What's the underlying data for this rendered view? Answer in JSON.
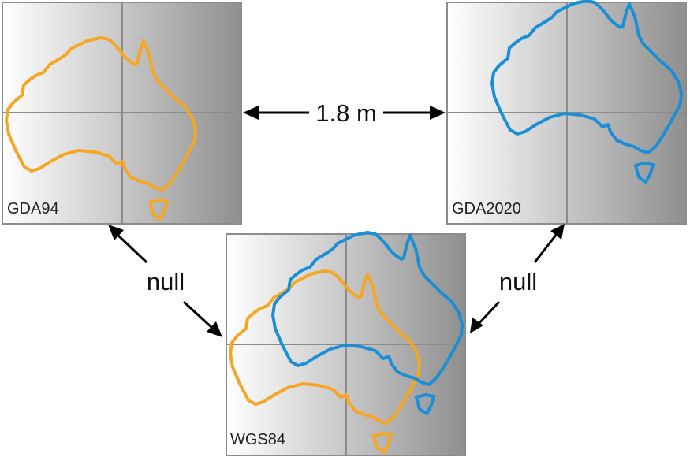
{
  "panels": {
    "gda94": {
      "label": "GDA94",
      "outline": "orange"
    },
    "gda2020": {
      "label": "GDA2020",
      "outline": "blue"
    },
    "wgs84": {
      "label": "WGS84",
      "outlines": [
        "orange",
        "blue"
      ]
    }
  },
  "connections": {
    "gda94_gda2020": {
      "label": "1.8 m"
    },
    "gda94_wgs84": {
      "label": "null"
    },
    "gda2020_wgs84": {
      "label": "null"
    }
  },
  "colors": {
    "orange": "#f5a623",
    "blue": "#1b8fd6",
    "arrow": "#000000",
    "grid_line": "#8c8c8c",
    "panel_border": "#8c8c8c",
    "panel_light": "#ffffff",
    "panel_dark": "#8f8f8f"
  }
}
